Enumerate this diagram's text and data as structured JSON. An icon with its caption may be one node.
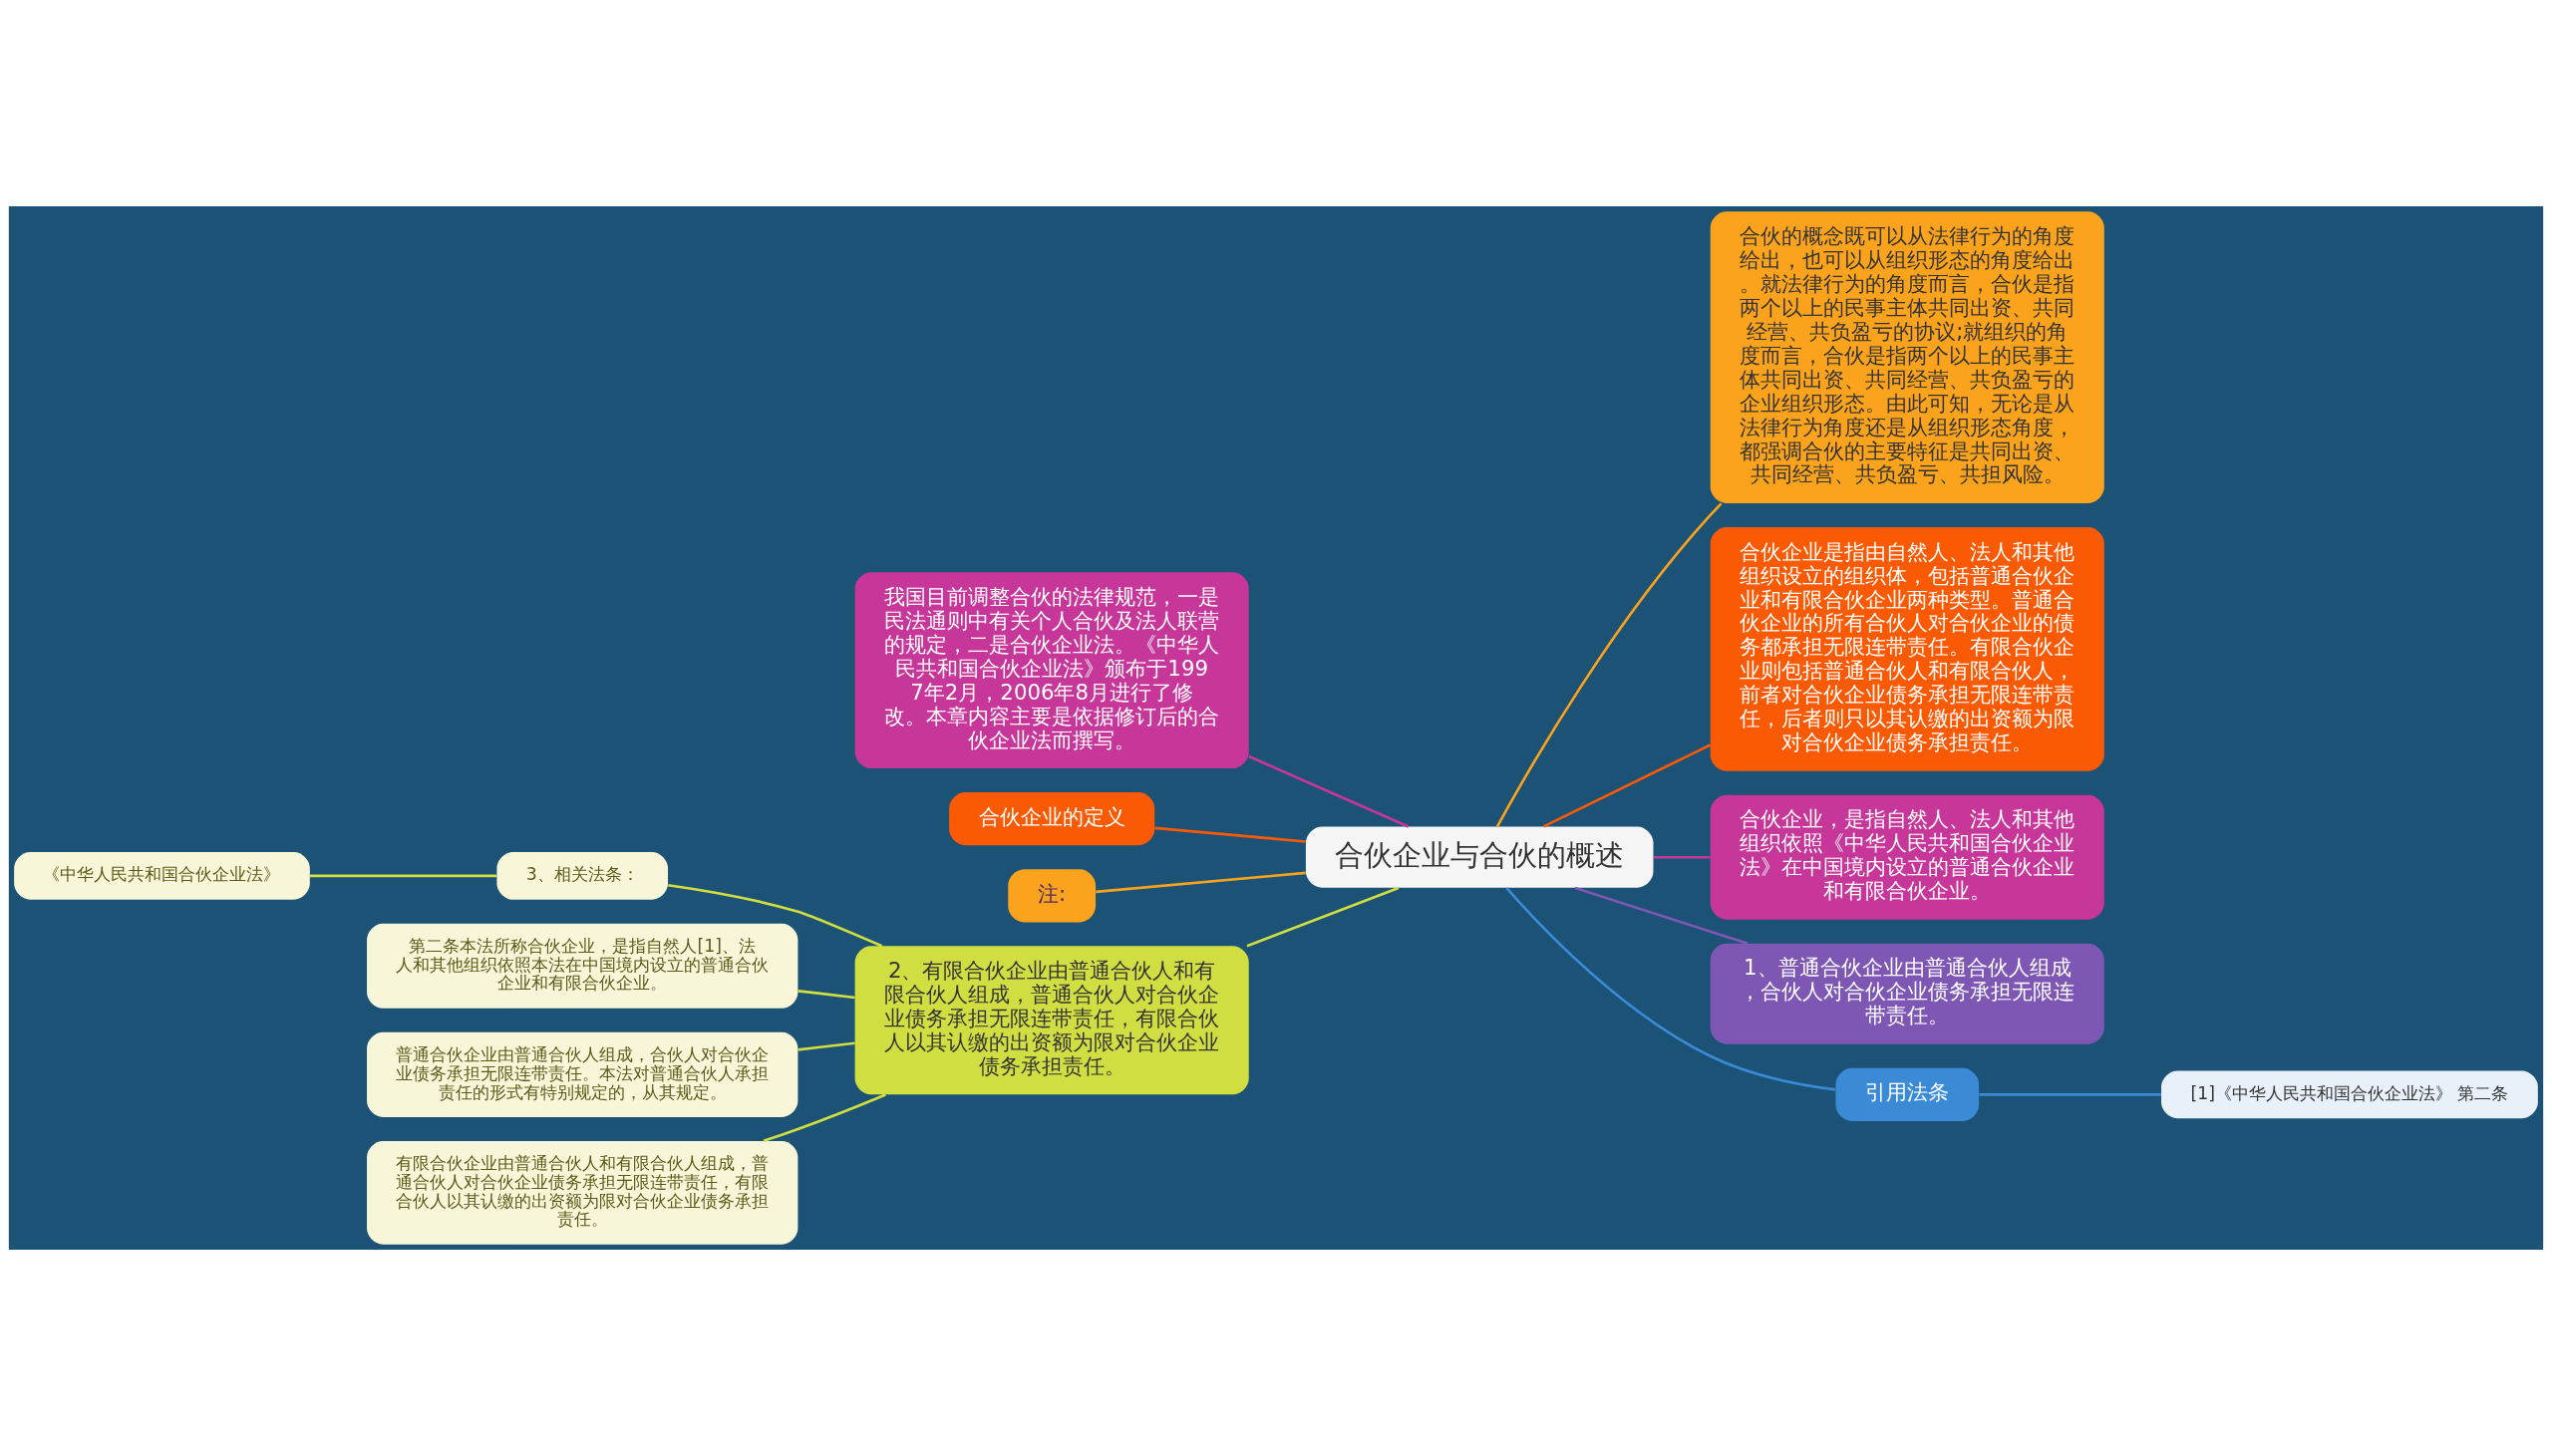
{
  "diagram": {
    "nodes": [
      {
        "text": [
          "合伙企业与合伙的概述"
        ]
      },
      {
        "text": [
          "我国目前调整合伙的法律规范，一是民法通则中有关个人合伙及法人联营的规定，二是合伙企业法。《中华人民共和国合伙企业法》颁布于1997年2月，2006年8月进行了修改。本章内容主要是依据修订后的合伙企业法而撰写。"
        ]
      },
      {
        "text": [
          "合伙企业的定义"
        ]
      },
      {
        "text": [
          "注:"
        ]
      },
      {
        "text": [
          "2、有限合伙企业由普通合伙人和有限合伙人组成，普通合伙人对合伙企业债务承担无限连带责任，有限合伙人以其认缴的出资额为限对合伙企业债务承担责任。"
        ]
      },
      {
        "text": [
          "3、相关法条："
        ]
      },
      {
        "text": [
          "《中华人民共和国合伙企业法》"
        ]
      },
      {
        "text": [
          "第二条本法所称合伙企业，是指自然人[1]、法人和其他组织依照本法在中国境内设立的普通合伙企业和有限合伙企业。"
        ]
      },
      {
        "text": [
          "普通合伙企业由普通合伙人组成，合伙人对合伙企业债务承担无限连带责任。本法对普通合伙人承担责任的形式有特别规定的，从其规定。"
        ]
      },
      {
        "text": [
          "有限合伙企业由普通合伙人和有限合伙人组成，普通合伙人对合伙企业债务承担无限连带责任，有限合伙人以其认缴的出资额为限对合伙企业债务承担责任。"
        ]
      },
      {
        "text": [
          "合伙的概念既可以从法律行为的角度给出，也可以从组织形态的角度给出。就法律行为的角度而言，合伙是指两个以上的民事主体共同出资、共同经营、共负盈亏的协议;就组织的角度而言，合伙是指两个以上的民事主体共同出资、共同经营、共负盈亏的企业组织形态。由此可知，无论是从法律行为角度还是从组织形态角度，都强调合伙的主要特征是共同出资、共同经营、共负盈亏、共担风险。"
        ]
      },
      {
        "text": [
          "合伙企业是指由自然人、法人和其他组织设立的组织体，包括普通合伙企业和有限合伙企业两种类型。普通合伙企业的所有合伙人对合伙企业的债务都承担无限连带责任。有限合伙企业则包括普通合伙人和有限合伙人，前者对合伙企业债务承担无限连带责任，后者则只以其认缴的出资额为限对合伙企业债务承担责任。"
        ]
      },
      {
        "text": [
          "合伙企业，是指自然人、法人和其他组织依照《中华人民共和国合伙企业法》在中国境内设立的普通合伙企业和有限合伙企业。"
        ]
      },
      {
        "text": [
          "1、普通合伙企业由普通合伙人组成，合伙人对合伙企业债务承担无限连带责任。"
        ]
      },
      {
        "text": [
          "引用法条"
        ]
      },
      {
        "text": [
          "[1]《中华人民共和国合伙企业法》 第二条"
        ]
      }
    ],
    "edges": [
      {
        "from": 1,
        "to": 0,
        "arrow": "none",
        "color": "#c7379a"
      },
      {
        "from": 2,
        "to": 0,
        "arrow": "none",
        "color": "#fb5a05"
      },
      {
        "from": 3,
        "to": 0,
        "arrow": "none",
        "color": "#fba31c"
      },
      {
        "from": 4,
        "to": 0,
        "arrow": "none",
        "color": "#d1de41"
      },
      {
        "from": 5,
        "to": 4,
        "arrow": "none",
        "color": "#d1de41"
      },
      {
        "from": 6,
        "to": 5,
        "arrow": "none",
        "color": "#d1de41"
      },
      {
        "from": 7,
        "to": 4,
        "arrow": "none",
        "color": "#d1de41"
      },
      {
        "from": 8,
        "to": 4,
        "arrow": "none",
        "color": "#d1de41"
      },
      {
        "from": 9,
        "to": 4,
        "arrow": "none",
        "color": "#d1de41"
      },
      {
        "from": 0,
        "to": 10,
        "arrow": "none",
        "color": "#fba31c"
      },
      {
        "from": 0,
        "to": 11,
        "arrow": "none",
        "color": "#fb5a05"
      },
      {
        "from": 0,
        "to": 12,
        "arrow": "none",
        "color": "#c7379a"
      },
      {
        "from": 0,
        "to": 13,
        "arrow": "none",
        "color": "#7e57b5"
      },
      {
        "from": 0,
        "to": 14,
        "arrow": "none",
        "color": "#3a8ad6"
      },
      {
        "from": 14,
        "to": 15,
        "arrow": "none",
        "color": "#3a8ad6"
      }
    ]
  }
}
